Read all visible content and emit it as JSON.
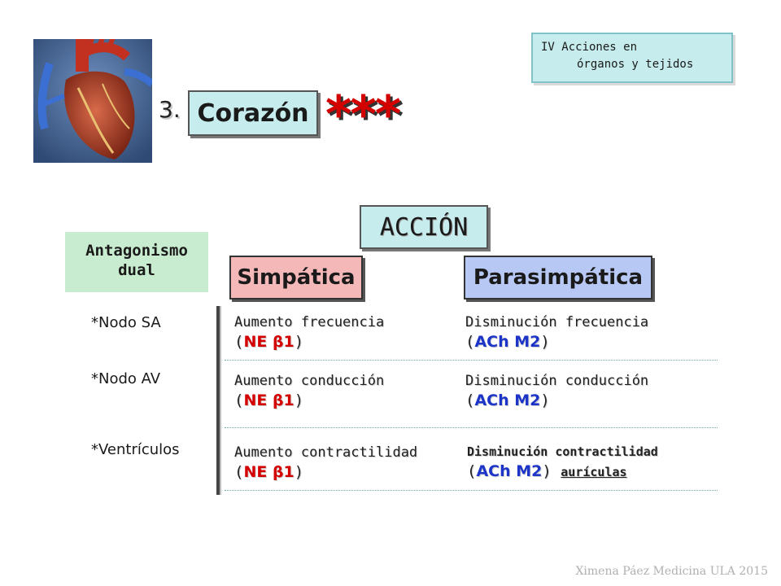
{
  "image": {
    "alt": "heart-illustration"
  },
  "topic": {
    "line1": "IV Acciones en",
    "line2": "órganos y tejidos"
  },
  "heading": {
    "number": "3.",
    "title": "Corazón",
    "stars": "***"
  },
  "accion": "ACCIÓN",
  "antagonismo": {
    "line1": "Antagonismo",
    "line2": "dual"
  },
  "columns": {
    "simpatica": "Simpática",
    "parasimpatica": "Parasimpática"
  },
  "rows": [
    {
      "label": "*Nodo SA",
      "simp": {
        "text": "Aumento frecuencia",
        "open": "(",
        "drug": "NE β1",
        "close": ")"
      },
      "para": {
        "text": "Disminución frecuencia",
        "open": "(",
        "drug": "ACh M2",
        "close": ")",
        "extra": ""
      }
    },
    {
      "label": "*Nodo AV",
      "simp": {
        "text": "Aumento conducción",
        "open": "(",
        "drug": "NE β1",
        "close": ")"
      },
      "para": {
        "text": "Disminución conducción",
        "open": "(",
        "drug": "ACh M2",
        "close": ")",
        "extra": ""
      }
    },
    {
      "label": "*Ventrículos",
      "simp": {
        "text": "Aumento contractilidad",
        "open": "(",
        "drug": "NE β1",
        "close": ")"
      },
      "para": {
        "text": "Disminución contractilidad",
        "open": "(",
        "drug": "ACh M2",
        "close": ")",
        "extra": "aurículas"
      }
    }
  ],
  "footer": "Ximena Páez Medicina ULA 2015",
  "colors": {
    "cyan_box": "#c6eced",
    "green_box": "#c8eccf",
    "pink_box": "#f5b8b8",
    "blue_box": "#b8c8f5",
    "ne_red": "#d40000",
    "ach_blue": "#1c34c8",
    "star_red": "#d40000"
  }
}
